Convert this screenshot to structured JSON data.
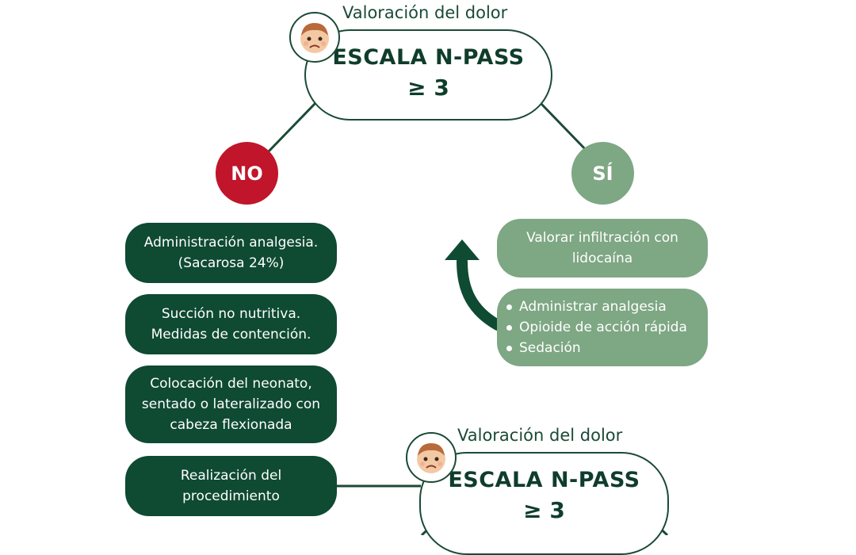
{
  "colors": {
    "dark_green": "#0f4a33",
    "light_green": "#7ea784",
    "red": "#c0152a",
    "outline": "#1b4a36"
  },
  "top_assessment": {
    "caption": "Valoración del dolor",
    "scale_title": "ESCALA N-PASS",
    "scale_value": "≥ 3",
    "icon": "sad-baby-face-icon"
  },
  "no_branch": {
    "label": "NO",
    "steps": [
      {
        "lines": [
          "Administración analgesia.",
          "(Sacarosa 24%)"
        ]
      },
      {
        "lines": [
          "Succión no nutritiva.",
          "Medidas de contención."
        ]
      },
      {
        "lines": [
          "Colocación del neonato,",
          "sentado o lateralizado con",
          "cabeza flexionada"
        ]
      },
      {
        "lines": [
          "Realización del",
          "procedimiento"
        ]
      }
    ]
  },
  "yes_branch": {
    "label": "SÍ",
    "step_1": {
      "lines": [
        "Valorar infiltración con",
        "lidocaína"
      ]
    },
    "step_2_items": [
      "Administrar analgesia",
      "Opioide de acción rápida",
      "Sedación"
    ],
    "arrow_icon": "curved-arrow-up-icon"
  },
  "bottom_assessment": {
    "caption": "Valoración del dolor",
    "scale_title": "ESCALA N-PASS",
    "scale_value": "≥ 3",
    "icon": "sad-baby-face-icon"
  }
}
